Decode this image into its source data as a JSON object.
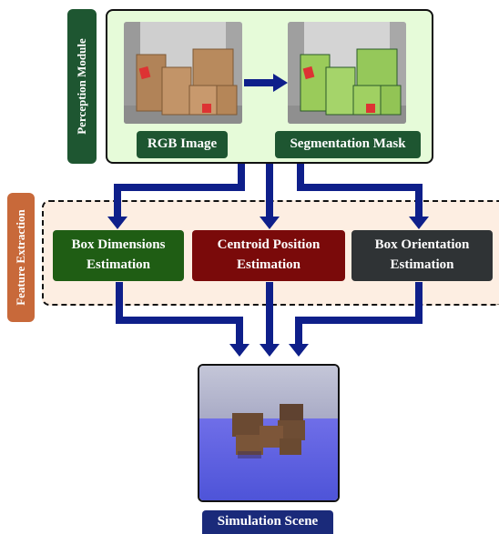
{
  "perception": {
    "title": "Perception Module",
    "rgb_label": "RGB Image",
    "mask_label": "Segmentation Mask"
  },
  "features": {
    "title": "Feature Extraction",
    "dimensions_line1": "Box Dimensions",
    "dimensions_line2": "Estimation",
    "centroid_line1": "Centroid Position",
    "centroid_line2": "Estimation",
    "orientation_line1": "Box Orientation",
    "orientation_line2": "Estimation"
  },
  "simulation": {
    "label": "Simulation Scene"
  },
  "colors": {
    "perception_tag": "#1e5631",
    "perception_bg": "#e6fbd9",
    "feature_tag": "#c8693a",
    "feature_bg": "#fdeee2",
    "dimensions": "#1f5d14",
    "centroid": "#7a0a0a",
    "orientation": "#2f3335",
    "arrow": "#0e1f8a",
    "sim_label": "#1a2a7a"
  }
}
